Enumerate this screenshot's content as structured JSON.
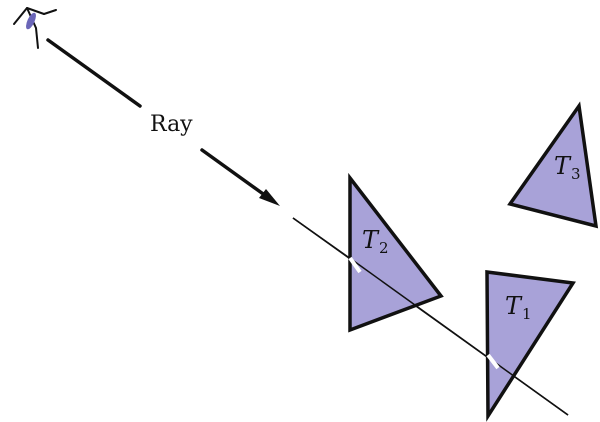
{
  "ray_label": "Ray",
  "triangles": [
    {
      "id": "T3",
      "letter": "T",
      "subscript": "3"
    },
    {
      "id": "T2",
      "letter": "T",
      "subscript": "2"
    },
    {
      "id": "T1",
      "letter": "T",
      "subscript": "1"
    }
  ],
  "colors": {
    "triangle_fill": "#a8a2d8",
    "stroke": "#111111",
    "eye_iris": "#6b66b8"
  }
}
